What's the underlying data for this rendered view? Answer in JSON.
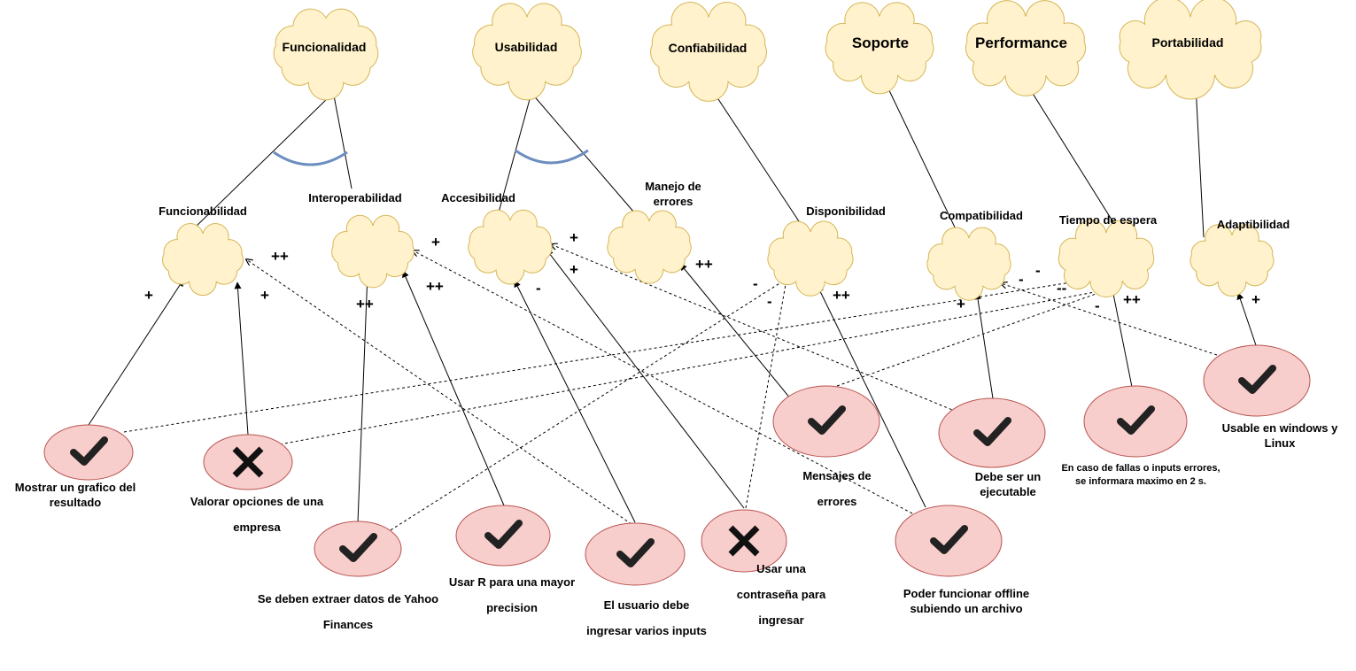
{
  "goals": [
    {
      "id": "funcionalidad",
      "label": "Funcionalidad"
    },
    {
      "id": "usabilidad",
      "label": "Usabilidad"
    },
    {
      "id": "confiabilidad",
      "label": "Confiabilidad"
    },
    {
      "id": "soporte",
      "label": "Soporte"
    },
    {
      "id": "performance",
      "label": "Performance"
    },
    {
      "id": "portabilidad",
      "label": "Portabilidad"
    }
  ],
  "softgoals": [
    {
      "id": "funcionabilidad",
      "label": "Funcionabilidad"
    },
    {
      "id": "interoperabilidad",
      "label": "Interoperabilidad"
    },
    {
      "id": "accesibilidad",
      "label": "Accesibilidad"
    },
    {
      "id": "manejo",
      "label": "Manejo de\nerrores"
    },
    {
      "id": "disponibilidad",
      "label": "Disponibilidad"
    },
    {
      "id": "compatibilidad",
      "label": "Compatibilidad"
    },
    {
      "id": "tiempo",
      "label": "Tiempo de espera"
    },
    {
      "id": "adaptabilidad",
      "label": "Adaptibilidad"
    }
  ],
  "options": [
    {
      "id": "grafico",
      "status": "check",
      "label": "Mostrar un grafico del\nresultado"
    },
    {
      "id": "valorar",
      "status": "cross",
      "label": "Valorar opciones de una\nempresa"
    },
    {
      "id": "yahoo",
      "status": "check",
      "label": "Se deben extraer datos de Yahoo\nFinances"
    },
    {
      "id": "usar_r",
      "status": "check",
      "label": "Usar R para una mayor\nprecision"
    },
    {
      "id": "inputs",
      "status": "check",
      "label": "El usuario debe\ningresar varios inputs"
    },
    {
      "id": "contrasena",
      "status": "cross",
      "label": "Usar una\ncontraseña para\ningresar"
    },
    {
      "id": "mensajes",
      "status": "check",
      "label": "Mensajes de\nerrores"
    },
    {
      "id": "offline",
      "status": "check",
      "label": "Poder funcionar offline\nsubiendo un archivo"
    },
    {
      "id": "ejecutable",
      "status": "check",
      "label": "Debe ser un\nejecutable"
    },
    {
      "id": "fallas",
      "status": "check",
      "label": "En caso de fallas o inputs errores,\nse informara maximo en 2 s."
    },
    {
      "id": "windows",
      "status": "check",
      "label": "Usable en windows y\nLinux"
    }
  ],
  "signs": [
    "+",
    "++",
    "+",
    "++",
    "+",
    "++",
    "-",
    "+",
    "+",
    "++",
    "-",
    "-",
    "++",
    "-",
    "--",
    "+",
    "-",
    "-",
    "++",
    "+"
  ],
  "colors": {
    "goal_fill": "#fff2cc",
    "goal_stroke": "#d6b656",
    "option_fill": "#f8cecc",
    "option_stroke": "#b85450",
    "arc": "#6c8ebf"
  }
}
